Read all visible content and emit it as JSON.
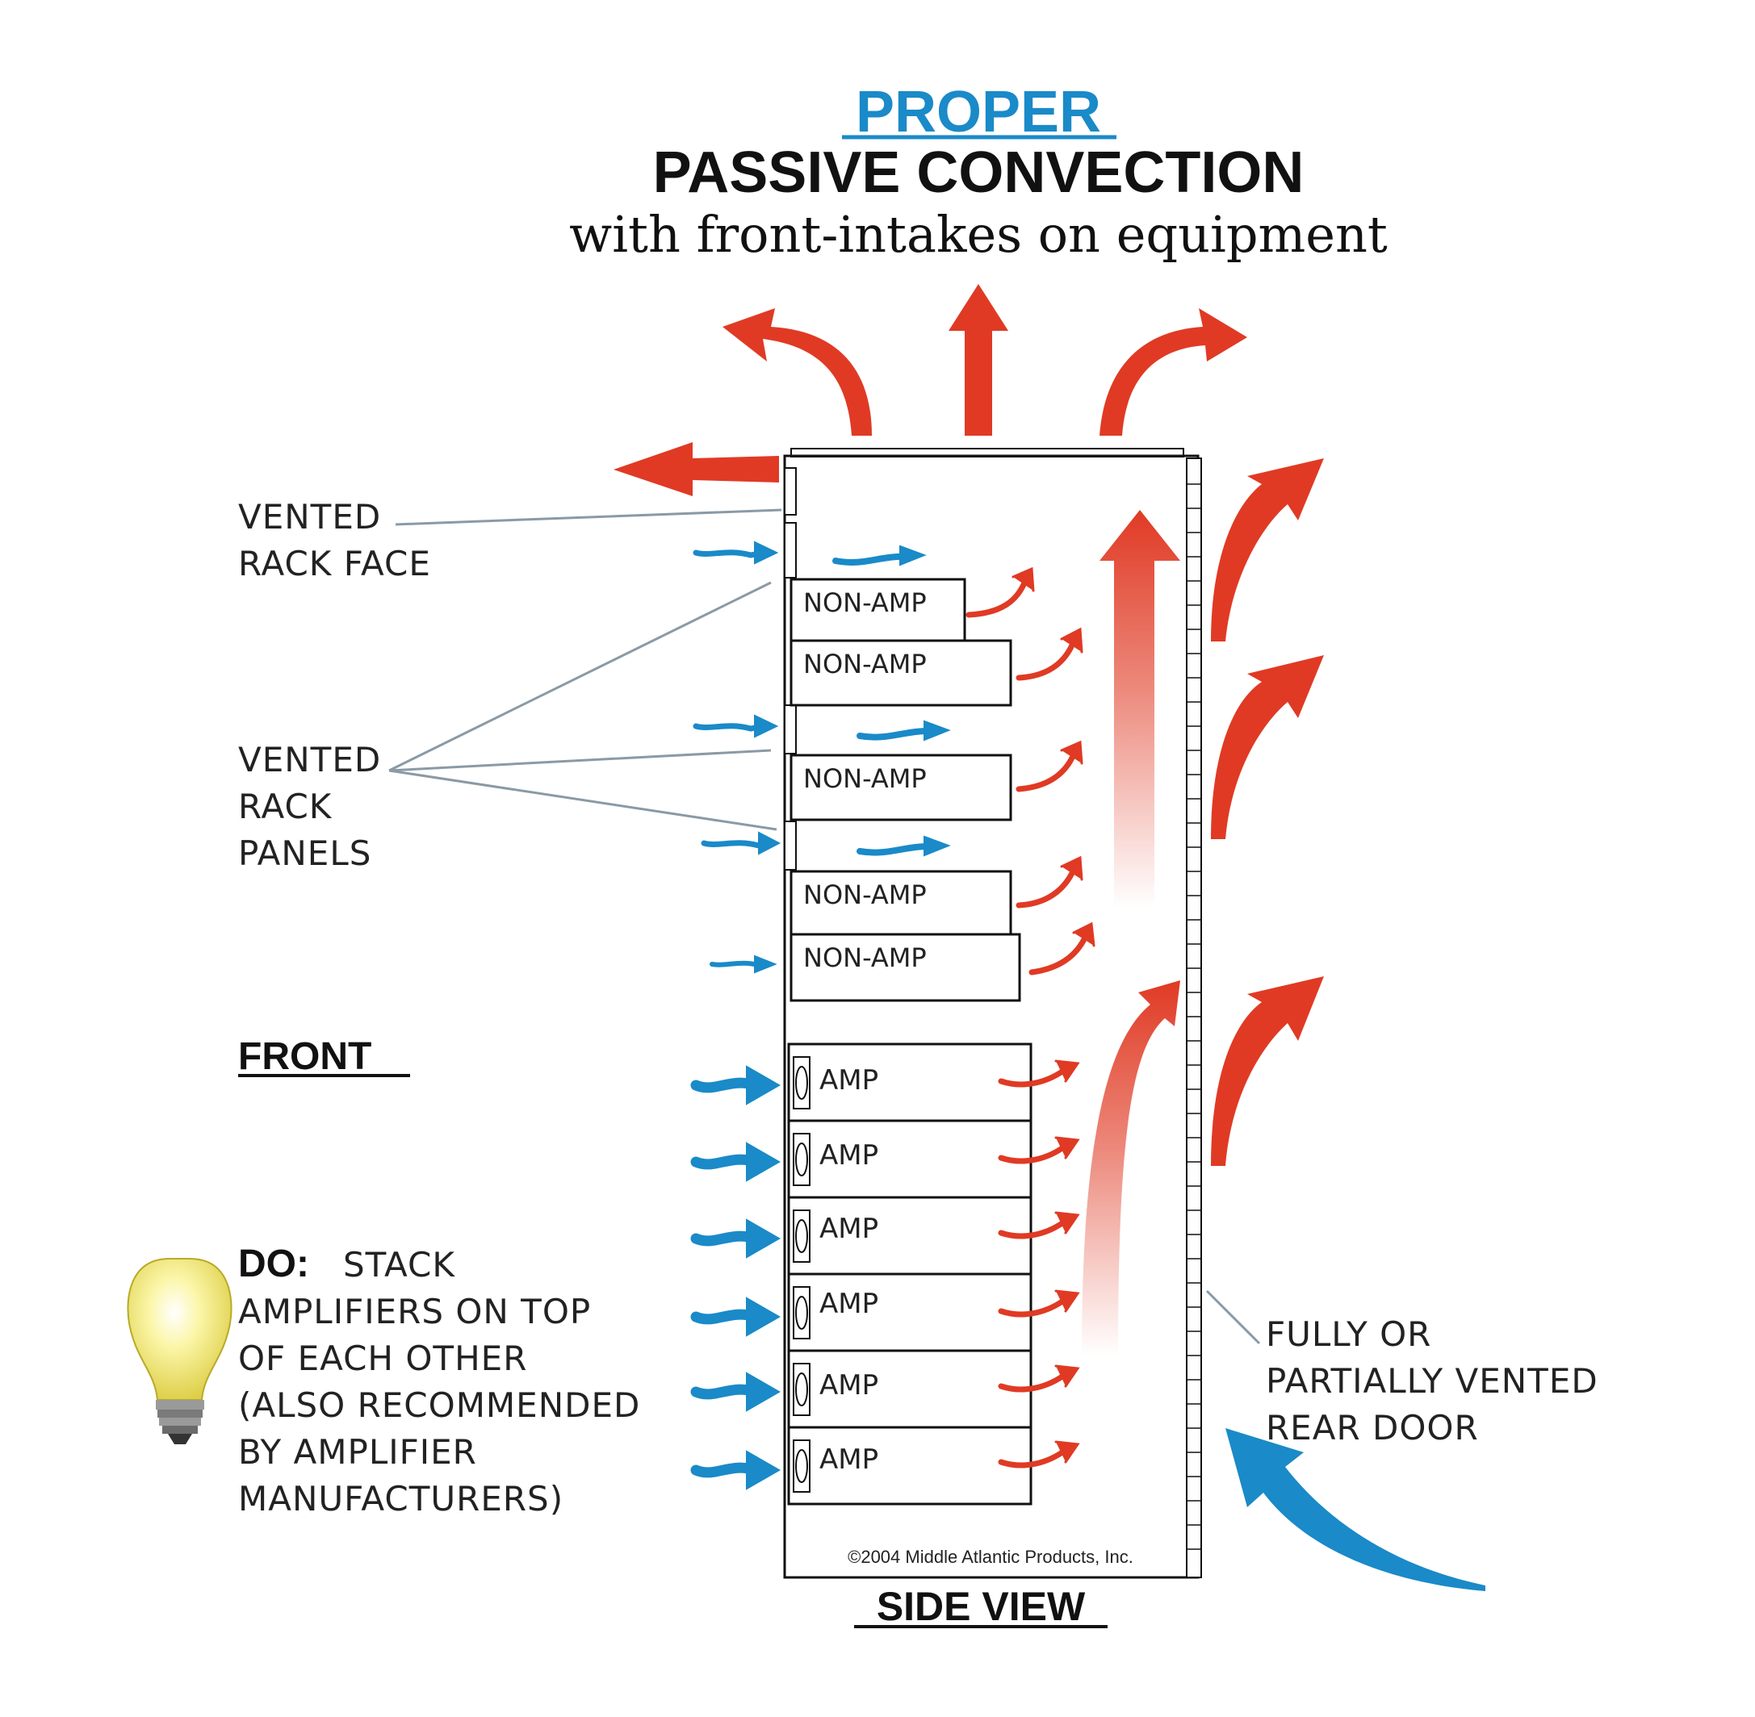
{
  "title": {
    "line1": "PROPER",
    "line2": "PASSIVE CONVECTION",
    "line3": "with front-intakes on equipment"
  },
  "labels": {
    "vented_rack_face": [
      "VENTED",
      "RACK FACE"
    ],
    "vented_rack_panels": [
      "VENTED",
      "RACK",
      "PANELS"
    ],
    "front": "FRONT",
    "side_view": "SIDE VIEW",
    "rear_door": [
      "FULLY OR",
      "PARTIALLY VENTED",
      "REAR DOOR"
    ],
    "copyright": "©2004 Middle Atlantic Products, Inc."
  },
  "tip": {
    "prefix": "DO:",
    "lines": [
      "STACK",
      "AMPLIFIERS ON TOP",
      "OF EACH OTHER",
      "(ALSO RECOMMENDED",
      "BY AMPLIFIER",
      "MANUFACTURERS)"
    ]
  },
  "units": {
    "non_amp": [
      "NON-AMP",
      "NON-AMP",
      "NON-AMP",
      "NON-AMP",
      "NON-AMP"
    ],
    "amp": [
      "AMP",
      "AMP",
      "AMP",
      "AMP",
      "AMP",
      "AMP"
    ]
  },
  "colors": {
    "accent_blue": "#1a8ac8",
    "hot_red": "#e03a24",
    "cool_blue": "#1a8ac8",
    "line_gray": "#8a9aa6",
    "bulb_yellow": "#f3ea6a"
  },
  "icons": [
    "lightbulb-icon",
    "fan-icon"
  ]
}
